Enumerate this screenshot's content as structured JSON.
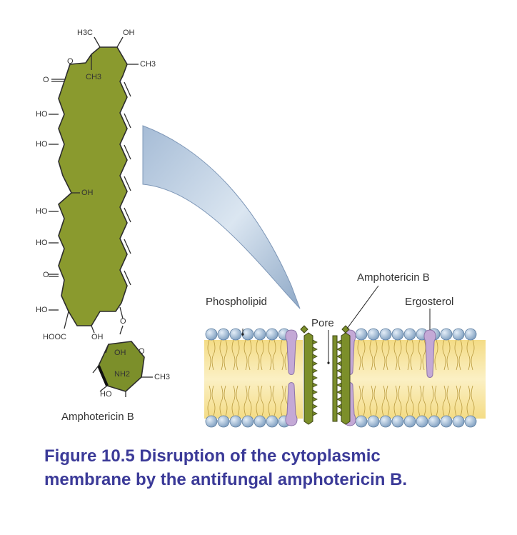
{
  "molecule": {
    "name_label": "Amphotericin B",
    "groups": {
      "h3c": "H3C",
      "oh_top": "OH",
      "ch3_right": "CH3",
      "o_ring": "O",
      "ch3_inner": "CH3",
      "o_carbonyl_top": "O",
      "ho_1": "HO",
      "ho_2": "HO",
      "oh_mid": "OH",
      "ho_3": "HO",
      "ho_4": "HO",
      "o_carbonyl_mid": "O",
      "ho_5": "HO",
      "hooc": "HOOC",
      "oh_bottom": "OH",
      "o_link": "O"
    },
    "sugar": {
      "oh": "OH",
      "o": "O",
      "nh2": "NH2",
      "ch3": "CH3",
      "ho": "HO"
    }
  },
  "membrane": {
    "phospholipid_label": "Phospholipid",
    "pore_label": "Pore",
    "amphotericin_label": "Amphotericin B",
    "ergosterol_label": "Ergosterol"
  },
  "caption": {
    "line1": "Figure 10.5  Disruption of the cytoplasmic",
    "line2": "membrane by the antifungal amphotericin B."
  },
  "colors": {
    "molecule_fill": "#8a9a2e",
    "sugar_fill": "#7c8f2a",
    "lipid_core": "#f7df8a",
    "head_blue": "#a9c6e2",
    "ergosterol": "#c4a9d6",
    "arrow": "#b8cde3",
    "caption": "#3b3a98"
  }
}
